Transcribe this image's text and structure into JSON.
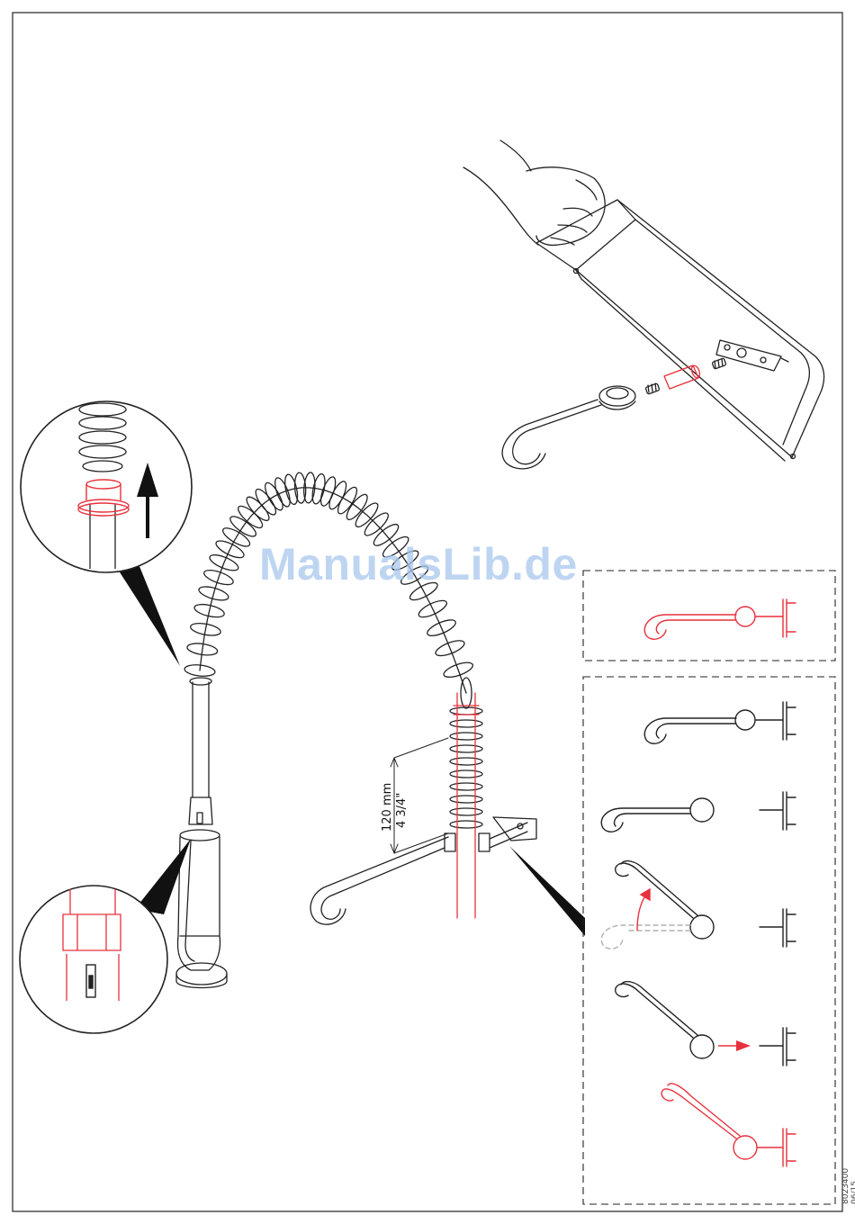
{
  "watermark": "ManualsLib.de",
  "dimension": {
    "metric": "120 mm",
    "imperial": "4 3/4\""
  },
  "document_code": "8023400 06/15",
  "colors": {
    "line": "#222222",
    "highlight": "#e8313d",
    "ghost": "#b0b0b0",
    "watermark": "#a9c8ee"
  },
  "icons": [
    "hand-icon",
    "hacksaw-icon",
    "hook-icon",
    "wall-bracket-icon",
    "arrow-up-icon",
    "arrow-right-icon",
    "rotate-arrow-icon"
  ]
}
